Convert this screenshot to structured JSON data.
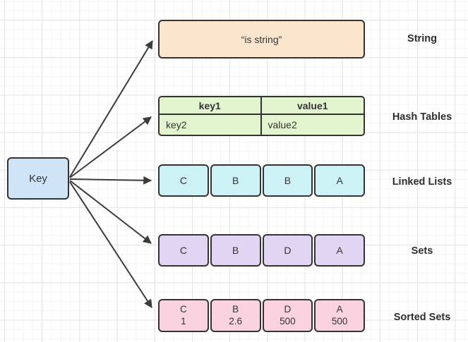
{
  "canvas": {
    "key_node": {
      "label": "Key"
    },
    "rows": {
      "string": {
        "value": "“is string”",
        "label": "String"
      },
      "hash": {
        "headers": [
          "key1",
          "value1"
        ],
        "cells": [
          "key2",
          "value2"
        ],
        "label": "Hash Tables"
      },
      "linked": {
        "cells": [
          "C",
          "B",
          "B",
          "A"
        ],
        "label": "Linked Lists"
      },
      "sets": {
        "cells": [
          "C",
          "B",
          "D",
          "A"
        ],
        "label": "Sets"
      },
      "sorted": {
        "cells": [
          {
            "member": "C",
            "score": "1"
          },
          {
            "member": "B",
            "score": "2.6"
          },
          {
            "member": "D",
            "score": "500"
          },
          {
            "member": "A",
            "score": "500"
          }
        ],
        "label": "Sorted Sets"
      }
    }
  },
  "colors": {
    "key_fill": "#cfe5f7",
    "string_fill": "#fce5cd",
    "hash_fill": "#e3f5ce",
    "linked_fill": "#ccf2f5",
    "sets_fill": "#e2d5f3",
    "sorted_fill": "#fbd2e0",
    "shape_border": "#333333",
    "arrow": "#3b3b3b",
    "grid_minor": "#f4f4f4",
    "grid_major": "#e3e3e3",
    "text": "#333333"
  }
}
